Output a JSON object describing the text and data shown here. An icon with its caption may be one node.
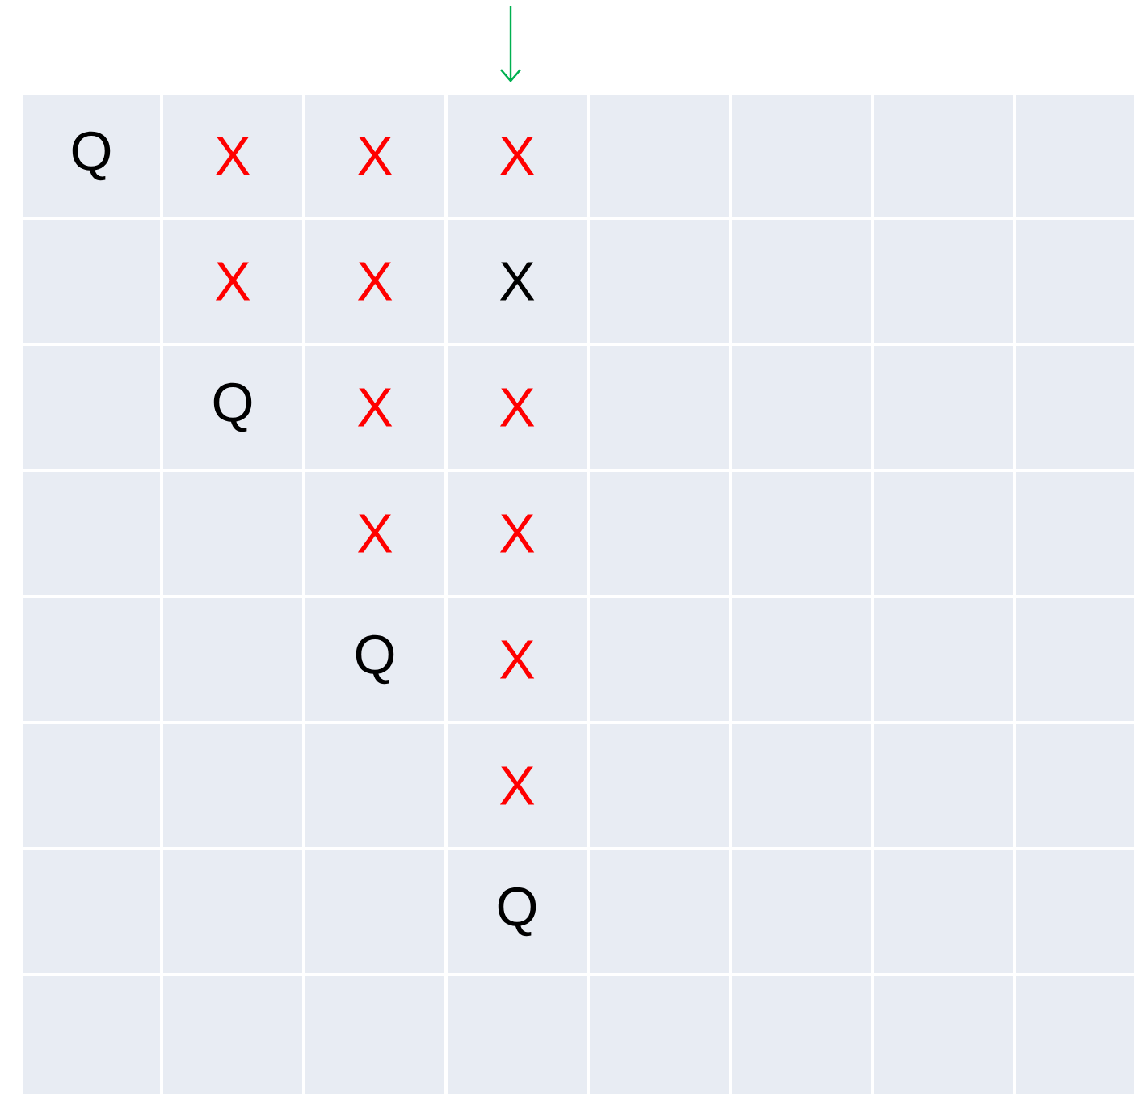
{
  "diagram": {
    "labels": [
      "Q",
      "X",
      "X",
      "X",
      "X",
      "X",
      "X",
      "Q",
      "X",
      "X",
      "X",
      "X",
      "Q",
      "X",
      "X",
      "Q"
    ]
  }
}
